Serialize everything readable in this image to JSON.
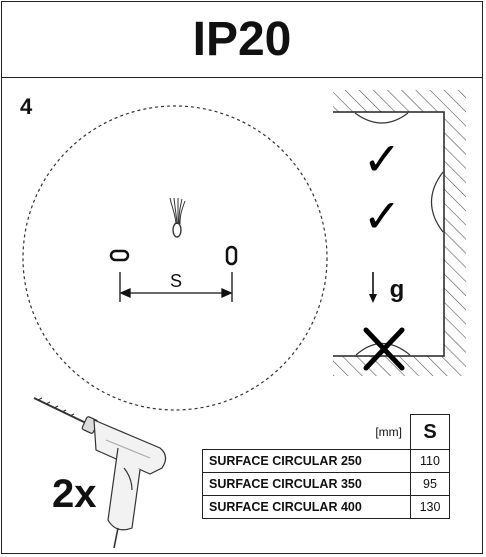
{
  "title": "IP20",
  "step_number": "4",
  "spacing_label": "S",
  "gravity_label": "g",
  "check_marks": [
    "✓",
    "✓"
  ],
  "quantity": "2x",
  "table": {
    "unit": "[mm]",
    "column_header": "S",
    "rows": [
      {
        "name": "SURFACE CIRCULAR 250",
        "value": "110"
      },
      {
        "name": "SURFACE CIRCULAR 350",
        "value": "95"
      },
      {
        "name": "SURFACE CIRCULAR 400",
        "value": "130"
      }
    ]
  },
  "icons": [
    "drill-icon",
    "cable-icon",
    "mounting-hole-icon",
    "check-icon",
    "cross-icon",
    "gravity-arrow-icon"
  ]
}
